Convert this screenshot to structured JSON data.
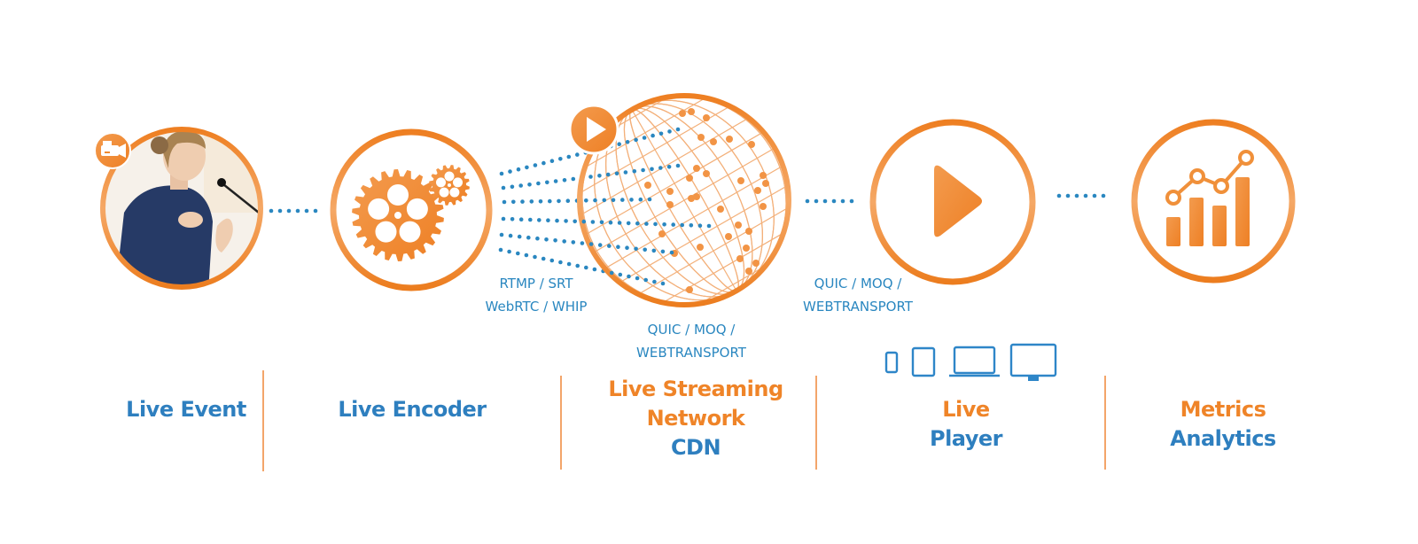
{
  "diagram": {
    "colors": {
      "accent_orange": "#ef8428",
      "protocol_blue": "#2a87c0",
      "label_blue": "#2e7fbf",
      "dots_blue": "#2a87c0"
    },
    "stages": [
      {
        "id": "live-event",
        "icon": "speaker-photo",
        "badge_icon": "video-camera-icon",
        "label_lines": [
          {
            "text": "Live Event",
            "color": "blue"
          }
        ]
      },
      {
        "id": "live-encoder",
        "icon": "gears-icon",
        "label_lines": [
          {
            "text": "Live Encoder",
            "color": "blue"
          }
        ]
      },
      {
        "id": "live-streaming-network",
        "icon": "globe-icon",
        "badge_icon": "play-icon",
        "label_lines": [
          {
            "text": "Live Streaming",
            "color": "orange"
          },
          {
            "text": "Network",
            "color": "orange"
          },
          {
            "text": "CDN",
            "color": "blue"
          }
        ]
      },
      {
        "id": "live-player",
        "icon": "play-icon",
        "devices": [
          "smartphone-icon",
          "tablet-icon",
          "laptop-icon",
          "desktop-monitor-icon"
        ],
        "label_lines": [
          {
            "text": "Live",
            "color": "orange"
          },
          {
            "text": "Player",
            "color": "blue"
          }
        ]
      },
      {
        "id": "metrics-analytics",
        "icon": "bar-line-chart-icon",
        "label_lines": [
          {
            "text": "Metrics",
            "color": "orange"
          },
          {
            "text": "Analytics",
            "color": "blue"
          }
        ]
      }
    ],
    "protocols": {
      "encoder_to_cdn": [
        "RTMP / SRT",
        "WebRTC / WHIP"
      ],
      "cdn_internal": [
        "QUIC / MOQ /",
        "WEBTRANSPORT"
      ],
      "cdn_to_player": [
        "QUIC / MOQ /",
        "WEBTRANSPORT"
      ]
    }
  }
}
